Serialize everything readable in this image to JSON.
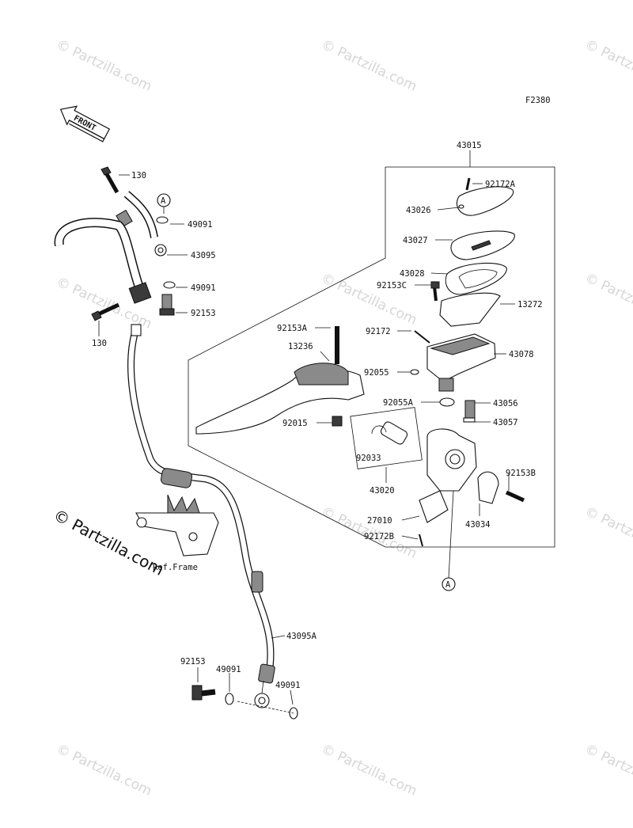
{
  "diagram_code": "F2380",
  "front_label": "FRONT",
  "ref_frame_label": "Ref.Frame",
  "watermark_text": "Partzilla.com",
  "watermark_symbol": "©",
  "copyright_overlay": "© Partzilla.com",
  "callout_a": "A",
  "part_labels": {
    "p130_top": "130",
    "p130_left": "130",
    "p49091_a": "49091",
    "p43095": "43095",
    "p49091_b": "49091",
    "p92153_top": "92153",
    "p43015": "43015",
    "p92172A": "92172A",
    "p43026": "43026",
    "p43027": "43027",
    "p43028": "43028",
    "p92153C": "92153C",
    "p13272": "13272",
    "p92153A": "92153A",
    "p92172": "92172",
    "p13236": "13236",
    "p43078": "43078",
    "p92055": "92055",
    "p92055A": "92055A",
    "p43056": "43056",
    "p92015": "92015",
    "p43057": "43057",
    "p92033": "92033",
    "p92153B": "92153B",
    "p43020": "43020",
    "p27010": "27010",
    "p43034": "43034",
    "p92172B": "92172B",
    "p43095A": "43095A",
    "p92153_bot": "92153",
    "p49091_c": "49091",
    "p49091_d": "49091"
  }
}
